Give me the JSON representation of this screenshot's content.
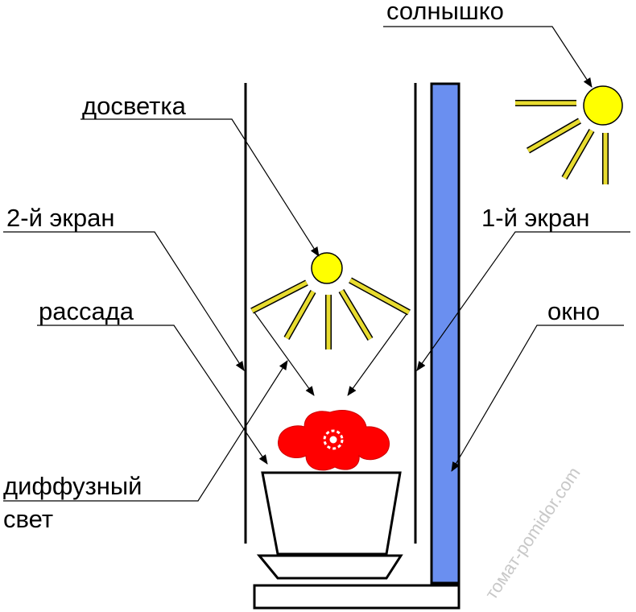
{
  "labels": {
    "sun": "солнышко",
    "lamp": "досветка",
    "screen2": "2-й экран",
    "screen1": "1-й экран",
    "seedlings": "рассада",
    "window": "окно",
    "diffuse_line1": "диффузный",
    "diffuse_line2": "свет"
  },
  "watermark": "томат-pomidor.com",
  "colors": {
    "sun": "#ffff00",
    "sun_rays": "#e8dc30",
    "window": "#6a8ff0",
    "flower": "#ff0000",
    "lines": "#000000"
  },
  "icons": {
    "sun": "sun-icon",
    "lamp": "lamp-sun-icon",
    "flower": "flower-icon",
    "pot": "flower-pot-icon"
  }
}
